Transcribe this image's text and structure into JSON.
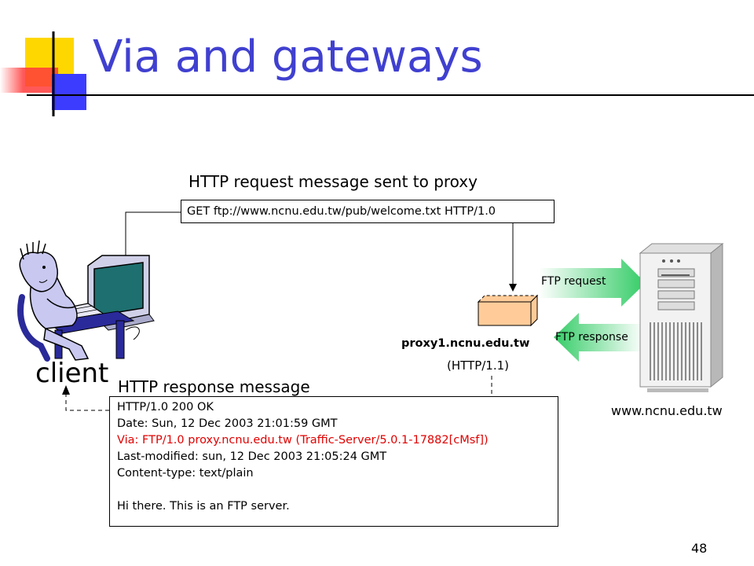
{
  "slide": {
    "title": "Via and gateways",
    "page_number": "48"
  },
  "request": {
    "caption": "HTTP request message sent to proxy",
    "line": "GET ftp://www.ncnu.edu.tw/pub/welcome.txt HTTP/1.0"
  },
  "response": {
    "caption": "HTTP response message",
    "lines": [
      "HTTP/1.0 200 OK",
      "Date: Sun, 12 Dec 2003 21:01:59 GMT",
      "Via: FTP/1.0 proxy.ncnu.edu.tw (Traffic-Server/5.0.1-17882[cMsf])",
      "Last-modified: sun, 12 Dec 2003 21:05:24 GMT",
      "Content-type: text/plain",
      "",
      "Hi there. This is an FTP server."
    ],
    "highlight_color": "#e00000"
  },
  "client": {
    "label": "client"
  },
  "proxy": {
    "host": "proxy1.ncnu.edu.tw",
    "protocol": "(HTTP/1.1)"
  },
  "ftp": {
    "request_label": "FTP request",
    "response_label": "FTP response"
  },
  "server": {
    "host": "www.ncnu.edu.tw"
  },
  "colors": {
    "title": "#4040d0",
    "square_yellow": "#ffd700",
    "square_red": "#ff3b3b",
    "square_blue": "#3c3cff",
    "proxy_box": "#ffcc99",
    "arrow_green": "#33cc66"
  }
}
